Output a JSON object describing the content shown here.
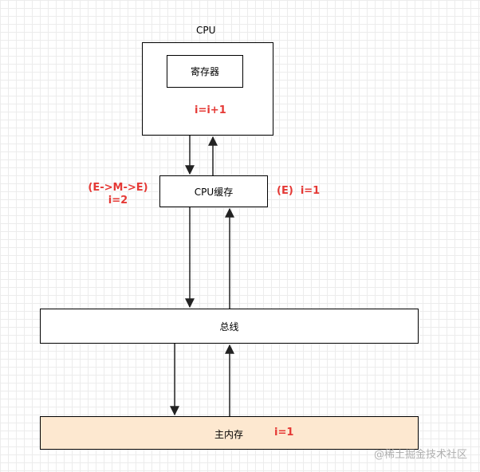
{
  "cpu": {
    "title": "CPU",
    "register_label": "寄存器",
    "operation": "i=i+1"
  },
  "cache": {
    "label": "CPU缓存",
    "left_state_line1": "(E->M->E)",
    "left_state_line2": "i=2",
    "right_state": "(E)  i=1"
  },
  "bus": {
    "label": "总线"
  },
  "memory": {
    "label": "主内存",
    "value": "i=1",
    "fill_color": "#fde8d0"
  },
  "colors": {
    "annotation": "#e53935",
    "stroke": "#000000"
  },
  "watermark": "@稀土掘金技术社区"
}
